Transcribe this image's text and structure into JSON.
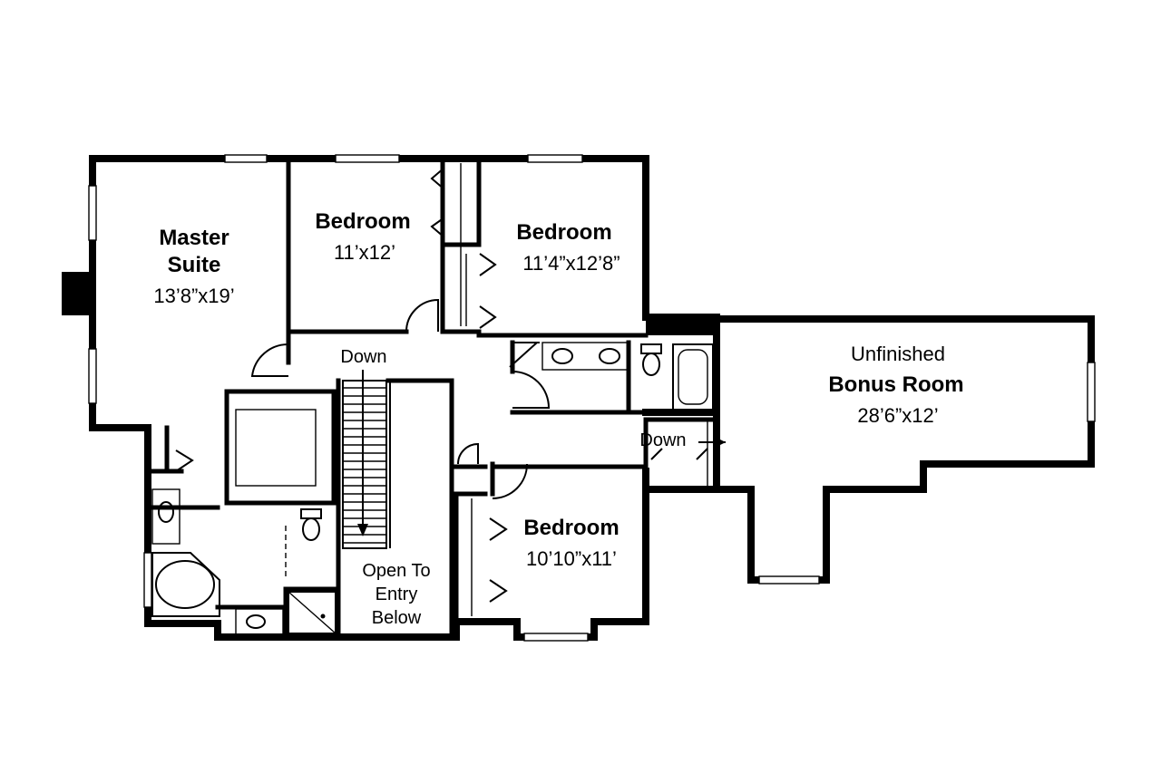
{
  "rooms": {
    "master": {
      "name_line1": "Master",
      "name_line2": "Suite",
      "size": "13’8”x19’"
    },
    "bedroom1": {
      "name": "Bedroom",
      "size": "11’x12’"
    },
    "bedroom2": {
      "name": "Bedroom",
      "size": "11’4”x12’8”"
    },
    "bedroom3": {
      "name": "Bedroom",
      "size": "10’10”x11’"
    },
    "bonus": {
      "line1": "Unfinished",
      "name": "Bonus Room",
      "size": "28’6”x12’"
    }
  },
  "labels": {
    "stair_down": "Down",
    "side_down": "Down",
    "open_line1": "Open To",
    "open_line2": "Entry",
    "open_line3": "Below"
  }
}
